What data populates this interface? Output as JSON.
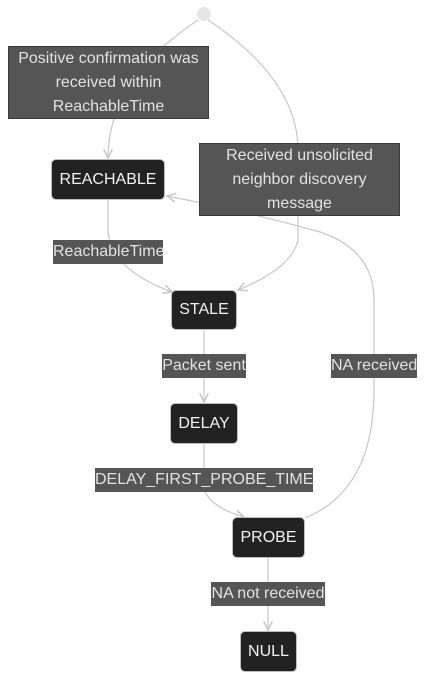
{
  "states": {
    "reachable": "REACHABLE",
    "stale": "STALE",
    "delay": "DELAY",
    "probe": "PROBE",
    "null": "NULL"
  },
  "transitions": {
    "start_to_reachable": "Positive confirmation was received within ReachableTime",
    "start_to_stale": "Received unsolicited neighbor discovery message",
    "reachable_to_stale": "ReachableTime",
    "stale_to_delay": "Packet sent",
    "delay_to_probe": "DELAY_FIRST_PROBE_TIME",
    "probe_to_reachable": "NA received",
    "probe_to_null": "NA not received"
  },
  "colors": {
    "node_fill": "#222222",
    "node_border": "#bdbdbd",
    "label_fill": "#555555",
    "edge": "#c8c8c8"
  }
}
